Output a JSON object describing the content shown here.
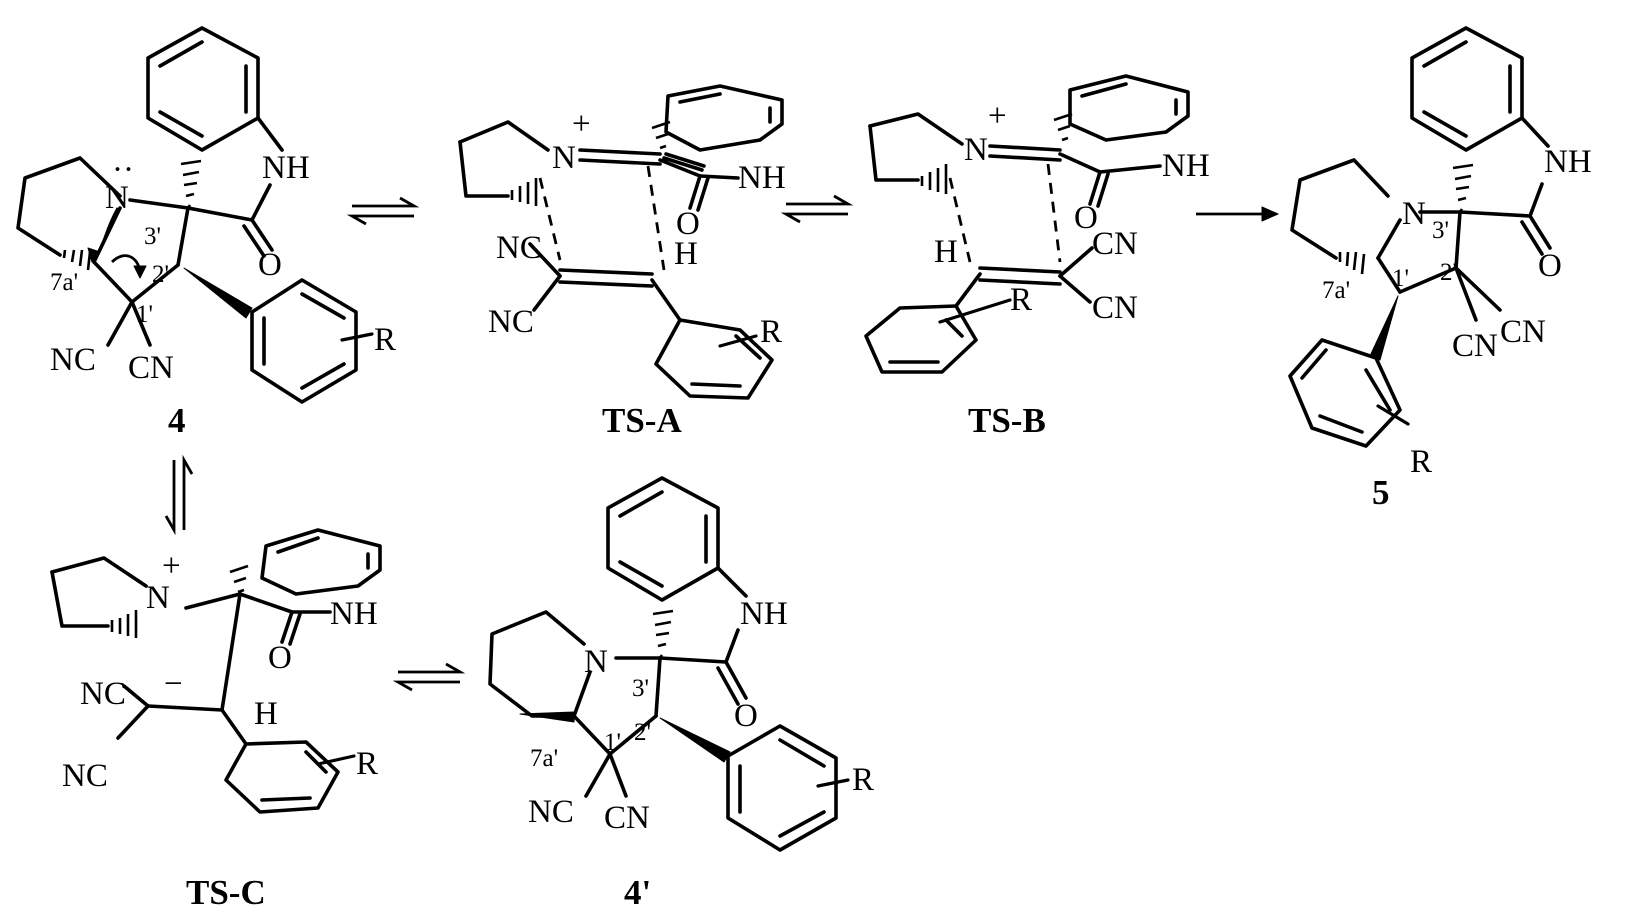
{
  "atoms": {
    "N": "N",
    "N_plus": "N",
    "charge_plus": "+",
    "charge_minus": "−",
    "NH": "NH",
    "O": "O",
    "NC": "NC",
    "CN": "CN",
    "H": "H",
    "R": "R",
    "lone_pair": "··"
  },
  "locants": {
    "c7a": "7a'",
    "c1": "1'",
    "c2": "2'",
    "c3": "3'"
  },
  "compounds": {
    "start": "4",
    "ts_a": "TS-A",
    "ts_b": "TS-B",
    "product": "5",
    "ts_c": "TS-C",
    "isomer": "4'"
  },
  "colors": {
    "ink": "#000000",
    "background": "#ffffff"
  }
}
